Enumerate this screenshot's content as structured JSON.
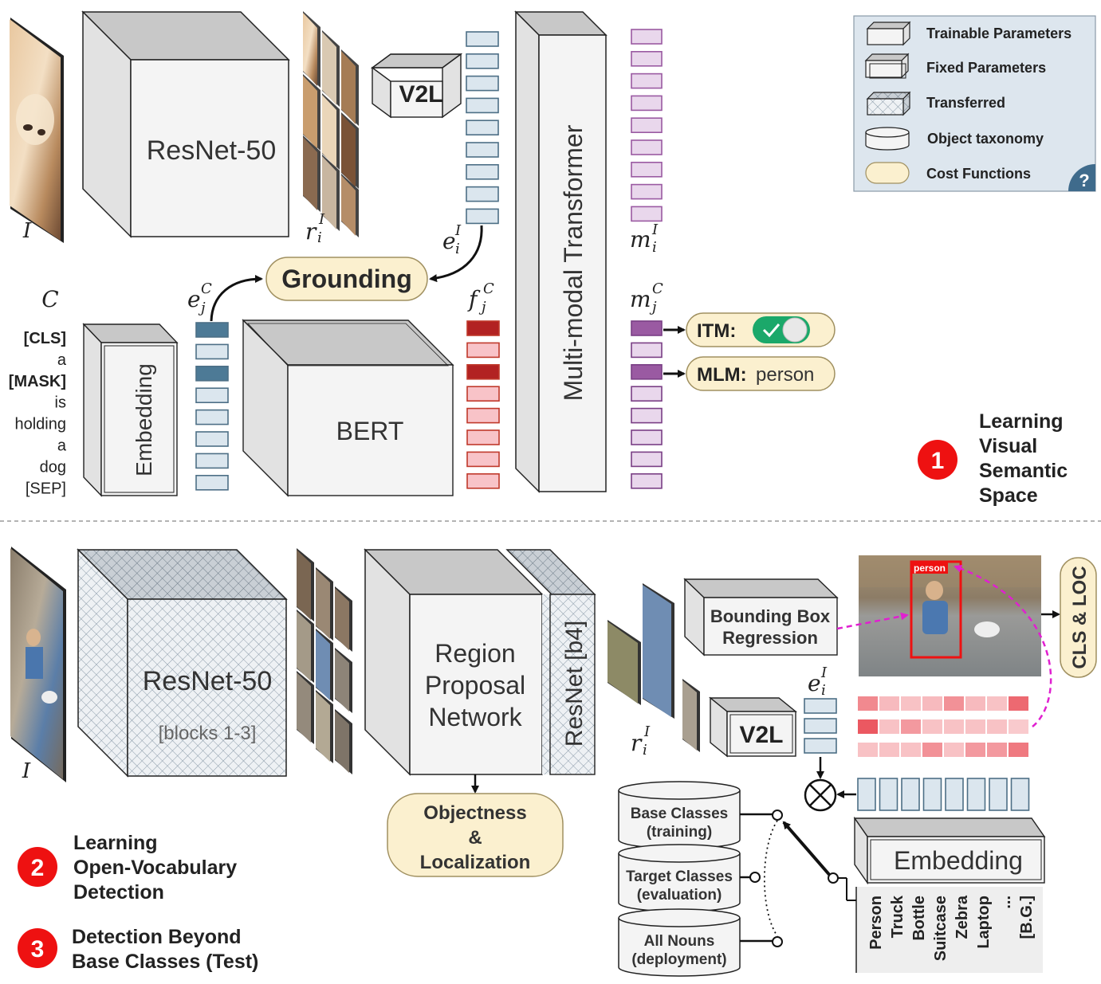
{
  "colors": {
    "block_front": "#f4f4f4",
    "block_top": "#c8c8c8",
    "block_side": "#e2e2e2",
    "feature_blue": "#dbe6ee",
    "feature_blue_stroke": "#4d6f86",
    "feature_blue_dark": "#4d7a96",
    "feature_red_dark": "#b22222",
    "feature_red_light": "#f8c3c8",
    "feature_purple": "#e9d7ec",
    "feature_purple_dark": "#9a5aa2",
    "cost_fill": "#fbf0cf",
    "cost_stroke": "#a09060",
    "legend_bg": "#dde6ee",
    "step_badge": "#ee1111",
    "toggle_green": "#1ba86a",
    "dashed_magenta": "#e020d0"
  },
  "legend": {
    "trainable": "Trainable Parameters",
    "fixed": "Fixed Parameters",
    "transferred": "Transferred",
    "taxonomy": "Object taxonomy",
    "cost": "Cost Functions",
    "help_icon": "?"
  },
  "stage1": {
    "input_image_label": "I",
    "resnet_label": "ResNet-50",
    "regions_label": "r",
    "regions_sup": "I",
    "regions_sub": "i",
    "v2l_label": "V2L",
    "e_i_label": "e",
    "e_i_sup": "I",
    "e_i_sub": "i",
    "transformer_label": "Multi-modal Transformer",
    "m_i_label": "m",
    "m_i_sup": "I",
    "m_i_sub": "i",
    "grounding_label": "Grounding",
    "caption_symbol": "C",
    "caption_tokens": [
      "[CLS]",
      "a",
      "[MASK]",
      "is",
      "holding",
      "a",
      "dog",
      "[SEP]"
    ],
    "embedding_label": "Embedding",
    "e_j_label": "e",
    "e_j_sup": "C",
    "e_j_sub": "j",
    "bert_label": "BERT",
    "f_j_label": "f",
    "f_j_sup": "C",
    "f_j_sub": "j",
    "m_j_label": "m",
    "m_j_sup": "C",
    "m_j_sub": "j",
    "itm_label": "ITM:",
    "mlm_label": "MLM:",
    "mlm_value": "person",
    "step_number": "1",
    "step_title": [
      "Learning",
      "Visual",
      "Semantic",
      "Space"
    ]
  },
  "stage2": {
    "input_image_label": "I",
    "resnet_label": "ResNet-50",
    "resnet_sub": "[blocks 1-3]",
    "rpn_label": [
      "Region",
      "Proposal",
      "Network"
    ],
    "resnet_b4_label": "ResNet [b4]",
    "objectness_label": [
      "Objectness",
      "&",
      "Localization"
    ],
    "regions_label": "r",
    "regions_sup": "I",
    "regions_sub": "i",
    "bbox_label": [
      "Bounding Box",
      "Regression"
    ],
    "v2l_label": "V2L",
    "e_i_label": "e",
    "e_i_sup": "I",
    "e_i_sub": "i",
    "detect_tag": "person",
    "cls_loc_label": "CLS & LOC",
    "embedding_label": "Embedding",
    "classes": [
      "Person",
      "Truck",
      "Bottle",
      "Suitcase",
      "Zebra",
      "Laptop",
      "...",
      "[B.G.]"
    ],
    "taxonomy": [
      {
        "title": "Base Classes",
        "sub": "(training)"
      },
      {
        "title": "Target Classes",
        "sub": "(evaluation)"
      },
      {
        "title": "All Nouns",
        "sub": "(deployment)"
      }
    ],
    "step2_number": "2",
    "step2_title": [
      "Learning",
      "Open-Vocabulary",
      "Detection"
    ],
    "step3_number": "3",
    "step3_title": [
      "Detection Beyond",
      "Base Classes (Test)"
    ]
  }
}
